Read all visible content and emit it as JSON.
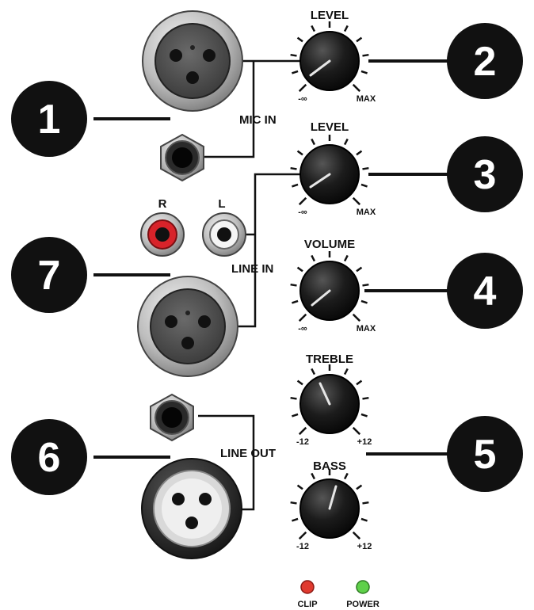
{
  "callouts": {
    "c1": "1",
    "c2": "2",
    "c3": "3",
    "c4": "4",
    "c5": "5",
    "c6": "6",
    "c7": "7"
  },
  "labels": {
    "mic_in": "MIC IN",
    "line_in": "LINE IN",
    "line_out": "LINE OUT",
    "rca_right": "R",
    "rca_left": "L"
  },
  "knobs": {
    "mic_level": {
      "title": "LEVEL",
      "min": "-∞",
      "max": "MAX"
    },
    "line_level": {
      "title": "LEVEL",
      "min": "-∞",
      "max": "MAX"
    },
    "volume": {
      "title": "VOLUME",
      "min": "-∞",
      "max": "MAX"
    },
    "treble": {
      "title": "TREBLE",
      "min": "-12",
      "max": "+12"
    },
    "bass": {
      "title": "BASS",
      "min": "-12",
      "max": "+12"
    }
  },
  "indicators": {
    "clip": {
      "label": "CLIP",
      "color": "#e03a2f"
    },
    "power": {
      "label": "POWER",
      "color": "#5fd04a"
    }
  },
  "colors": {
    "ink": "#111111",
    "rca_red": "#d8232a",
    "metal": "#c9c9c9"
  }
}
